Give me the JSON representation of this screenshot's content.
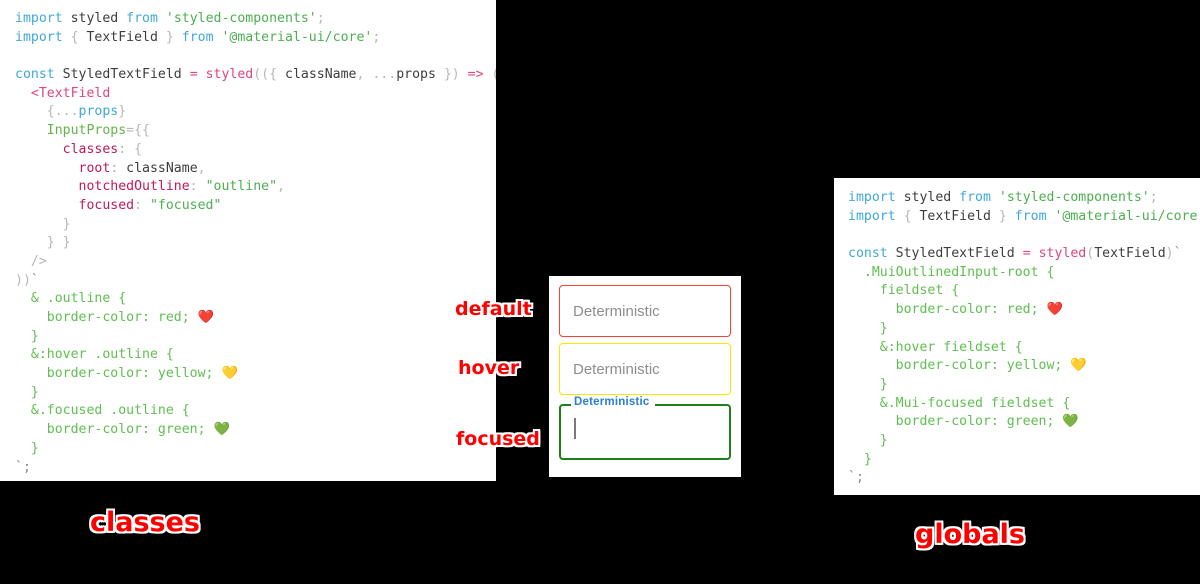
{
  "background_color": "#000000",
  "panels": {
    "classes": {
      "caption": "classes",
      "code_lines": [
        [
          {
            "t": "kw",
            "s": "import"
          },
          {
            "t": "plain",
            "s": " styled "
          },
          {
            "t": "kw",
            "s": "from"
          },
          {
            "t": "str",
            "s": " 'styled-components'"
          },
          {
            "t": "punc",
            "s": ";"
          }
        ],
        [
          {
            "t": "kw",
            "s": "import"
          },
          {
            "t": "punc",
            "s": " { "
          },
          {
            "t": "plain",
            "s": "TextField"
          },
          {
            "t": "punc",
            "s": " } "
          },
          {
            "t": "kw",
            "s": "from"
          },
          {
            "t": "str",
            "s": " '@material-ui/core'"
          },
          {
            "t": "punc",
            "s": ";"
          }
        ],
        [],
        [
          {
            "t": "kw",
            "s": "const"
          },
          {
            "t": "plain",
            "s": " StyledTextField "
          },
          {
            "t": "fn",
            "s": "="
          },
          {
            "t": "plain",
            "s": " "
          },
          {
            "t": "fn",
            "s": "styled"
          },
          {
            "t": "punc",
            "s": "(({ "
          },
          {
            "t": "plain",
            "s": "className"
          },
          {
            "t": "punc",
            "s": ", "
          },
          {
            "t": "punc",
            "s": "..."
          },
          {
            "t": "plain",
            "s": "props"
          },
          {
            "t": "punc",
            "s": " }) "
          },
          {
            "t": "fn",
            "s": "=>"
          },
          {
            "t": "punc",
            "s": " ("
          }
        ],
        [
          {
            "t": "fn",
            "s": "  <TextField"
          }
        ],
        [
          {
            "t": "punc",
            "s": "    {..."
          },
          {
            "t": "kw",
            "s": "props"
          },
          {
            "t": "punc",
            "s": "}"
          }
        ],
        [
          {
            "t": "attr",
            "s": "    InputProps"
          },
          {
            "t": "punc",
            "s": "={{"
          }
        ],
        [
          {
            "t": "prop",
            "s": "      classes"
          },
          {
            "t": "punc",
            "s": ": {"
          }
        ],
        [
          {
            "t": "prop",
            "s": "        root"
          },
          {
            "t": "punc",
            "s": ": "
          },
          {
            "t": "plain",
            "s": "className"
          },
          {
            "t": "punc",
            "s": ","
          }
        ],
        [
          {
            "t": "prop",
            "s": "        notchedOutline"
          },
          {
            "t": "punc",
            "s": ": "
          },
          {
            "t": "str",
            "s": "\"outline\""
          },
          {
            "t": "punc",
            "s": ","
          }
        ],
        [
          {
            "t": "prop",
            "s": "        focused"
          },
          {
            "t": "punc",
            "s": ": "
          },
          {
            "t": "str",
            "s": "\"focused\""
          }
        ],
        [
          {
            "t": "punc",
            "s": "      }"
          }
        ],
        [
          {
            "t": "punc",
            "s": "    } }"
          }
        ],
        [
          {
            "t": "punc",
            "s": "  />"
          }
        ],
        [
          {
            "t": "punc",
            "s": "))"
          },
          {
            "t": "tick",
            "s": "`"
          }
        ],
        [
          {
            "t": "css",
            "s": "  & .outline {"
          }
        ],
        [
          {
            "t": "css",
            "s": "    border-color: red; "
          },
          {
            "t": "emoji",
            "s": "❤️"
          }
        ],
        [
          {
            "t": "css",
            "s": "  }"
          }
        ],
        [
          {
            "t": "css",
            "s": "  &:hover .outline {"
          }
        ],
        [
          {
            "t": "css",
            "s": "    border-color: yellow; "
          },
          {
            "t": "emoji",
            "s": "💛"
          }
        ],
        [
          {
            "t": "css",
            "s": "  }"
          }
        ],
        [
          {
            "t": "css",
            "s": "  &.focused .outline {"
          }
        ],
        [
          {
            "t": "css",
            "s": "    border-color: green; "
          },
          {
            "t": "emoji",
            "s": "💚"
          }
        ],
        [
          {
            "t": "css",
            "s": "  }"
          }
        ],
        [
          {
            "t": "tick",
            "s": "`;"
          }
        ]
      ]
    },
    "globals": {
      "caption": "globals",
      "code_lines": [
        [
          {
            "t": "kw",
            "s": "import"
          },
          {
            "t": "plain",
            "s": " styled "
          },
          {
            "t": "kw",
            "s": "from"
          },
          {
            "t": "str",
            "s": " 'styled-components'"
          },
          {
            "t": "punc",
            "s": ";"
          }
        ],
        [
          {
            "t": "kw",
            "s": "import"
          },
          {
            "t": "punc",
            "s": " { "
          },
          {
            "t": "plain",
            "s": "TextField"
          },
          {
            "t": "punc",
            "s": " } "
          },
          {
            "t": "kw",
            "s": "from"
          },
          {
            "t": "str",
            "s": " '@material-ui/core'"
          },
          {
            "t": "punc",
            "s": ";"
          }
        ],
        [],
        [
          {
            "t": "kw",
            "s": "const"
          },
          {
            "t": "plain",
            "s": " StyledTextField "
          },
          {
            "t": "fn",
            "s": "="
          },
          {
            "t": "plain",
            "s": " "
          },
          {
            "t": "fn",
            "s": "styled"
          },
          {
            "t": "punc",
            "s": "("
          },
          {
            "t": "plain",
            "s": "TextField"
          },
          {
            "t": "punc",
            "s": ")"
          },
          {
            "t": "tick",
            "s": "`"
          }
        ],
        [
          {
            "t": "css",
            "s": "  .MuiOutlinedInput-root {"
          }
        ],
        [
          {
            "t": "css",
            "s": "    fieldset {"
          }
        ],
        [
          {
            "t": "css",
            "s": "      border-color: red; "
          },
          {
            "t": "emoji",
            "s": "❤️"
          }
        ],
        [
          {
            "t": "css",
            "s": "    }"
          }
        ],
        [
          {
            "t": "css",
            "s": "    &:hover fieldset {"
          }
        ],
        [
          {
            "t": "css",
            "s": "      border-color: yellow; "
          },
          {
            "t": "emoji",
            "s": "💛"
          }
        ],
        [
          {
            "t": "css",
            "s": "    }"
          }
        ],
        [
          {
            "t": "css",
            "s": "    &.Mui-focused fieldset {"
          }
        ],
        [
          {
            "t": "css",
            "s": "      border-color: green; "
          },
          {
            "t": "emoji",
            "s": "💚"
          }
        ],
        [
          {
            "t": "css",
            "s": "    }"
          }
        ],
        [
          {
            "t": "css",
            "s": "  }"
          }
        ],
        [
          {
            "t": "tick",
            "s": "`;"
          }
        ]
      ]
    },
    "demo": {
      "fields": [
        {
          "state": "default",
          "value": "Deterministic",
          "border_color": "#f44336",
          "annotation": "default"
        },
        {
          "state": "hover",
          "value": "Deterministic",
          "border_color": "#ffe600",
          "annotation": "hover"
        },
        {
          "state": "focused",
          "label": "Deterministic",
          "value": "",
          "border_color": "#1b7f1b",
          "label_color": "#2a7fd4",
          "annotation": "focused"
        }
      ]
    }
  }
}
